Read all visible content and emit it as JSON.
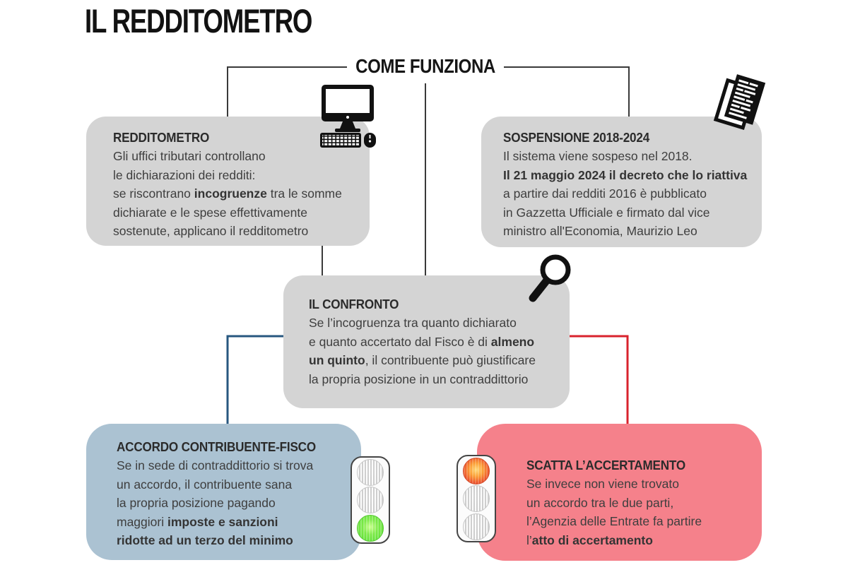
{
  "title": "IL REDDITOMETRO",
  "subtitle": "COME FUNZIONA",
  "colors": {
    "box-gray": "#d4d4d4",
    "box-blue": "#abc2d2",
    "box-pink": "#f5818b",
    "connector-dark": "#3a3a3a",
    "connector-blue": "#27577f",
    "connector-red": "#d9232d",
    "light-green": "#64e23a",
    "light-red": "#ee5a2c",
    "heading-text": "#2b2b2b",
    "body-text": "#3e3e3e"
  },
  "nodes": {
    "redditometro": {
      "heading": "REDDITOMETRO",
      "icon": "computer-icon",
      "lines": [
        [
          [
            "Gli uffici tributari controllano",
            false
          ]
        ],
        [
          [
            "le dichiarazioni dei redditi:",
            false
          ]
        ],
        [
          [
            "se riscontrano ",
            false
          ],
          [
            "incogruenze",
            true
          ],
          [
            " tra le somme",
            false
          ]
        ],
        [
          [
            "dichiarate e le spese effettivamente",
            false
          ]
        ],
        [
          [
            "sostenute, applicano il redditometro",
            false
          ]
        ]
      ]
    },
    "sospensione": {
      "heading": "SOSPENSIONE 2018-2024",
      "icon": "documents-icon",
      "lines": [
        [
          [
            "Il sistema viene sospeso nel 2018.",
            false
          ]
        ],
        [
          [
            "Il 21 maggio 2024 il decreto che lo riattiva",
            true
          ]
        ],
        [
          [
            "a partire dai redditi 2016 è pubblicato",
            false
          ]
        ],
        [
          [
            "in Gazzetta Ufficiale e firmato dal vice",
            false
          ]
        ],
        [
          [
            "ministro all'Economia, Maurizio Leo",
            false
          ]
        ]
      ]
    },
    "confronto": {
      "heading": "IL CONFRONTO",
      "icon": "magnifier-icon",
      "lines": [
        [
          [
            "Se l’incogruenza tra quanto dichiarato",
            false
          ]
        ],
        [
          [
            "e quanto accertato dal Fisco è di ",
            false
          ],
          [
            "almeno",
            true
          ]
        ],
        [
          [
            "un quinto",
            true
          ],
          [
            ", il contribuente può giustificare",
            false
          ]
        ],
        [
          [
            "la propria posizione in un contraddittorio",
            false
          ]
        ]
      ]
    },
    "accordo": {
      "heading": "ACCORDO CONTRIBUENTE-FISCO",
      "icon": "traffic-light-green-icon",
      "lines": [
        [
          [
            "Se in sede di contraddittorio si trova",
            false
          ]
        ],
        [
          [
            "un accordo, il contribuente sana",
            false
          ]
        ],
        [
          [
            "la propria posizione pagando",
            false
          ]
        ],
        [
          [
            "maggiori ",
            false
          ],
          [
            "imposte e sanzioni",
            true
          ]
        ],
        [
          [
            "ridotte ad un terzo del minimo",
            true
          ]
        ]
      ]
    },
    "scatta": {
      "heading": "SCATTA L’ACCERTAMENTO",
      "icon": "traffic-light-red-icon",
      "lines": [
        [
          [
            "Se invece non viene trovato",
            false
          ]
        ],
        [
          [
            "un accordo tra le due parti,",
            false
          ]
        ],
        [
          [
            "l’Agenzia delle Entrate fa partire",
            false
          ]
        ],
        [
          [
            "l’",
            false
          ],
          [
            "atto di accertamento",
            true
          ]
        ]
      ]
    }
  },
  "traffic_lights": {
    "left": [
      "off",
      "off",
      "green"
    ],
    "right": [
      "red",
      "off",
      "off"
    ]
  }
}
